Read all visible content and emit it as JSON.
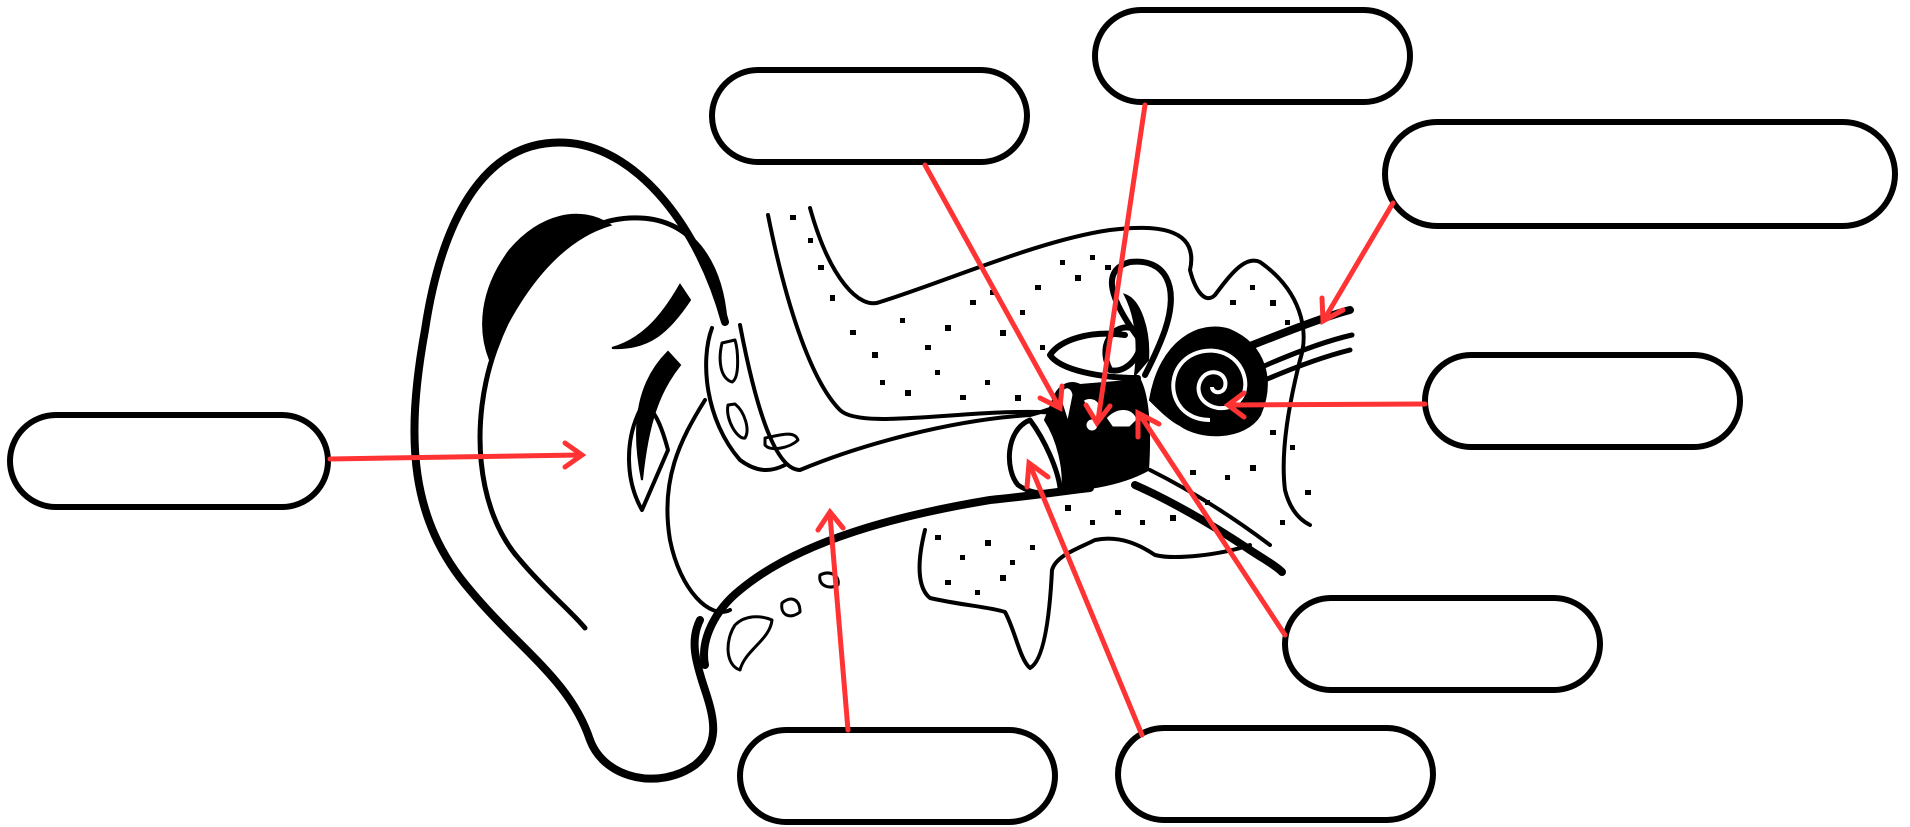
{
  "diagram": {
    "colors": {
      "arrow": "#ff3333",
      "outline": "#000000",
      "box_fill": "#ffffff"
    },
    "labels": [
      {
        "id": "outer-ear-label",
        "text": ""
      },
      {
        "id": "middle-ear-top-label",
        "text": ""
      },
      {
        "id": "ossicles-label",
        "text": ""
      },
      {
        "id": "nerve-label",
        "text": ""
      },
      {
        "id": "cochlea-label",
        "text": ""
      },
      {
        "id": "eustachian-tube-label",
        "text": ""
      },
      {
        "id": "eardrum-label",
        "text": ""
      },
      {
        "id": "ear-canal-label",
        "text": ""
      }
    ]
  }
}
